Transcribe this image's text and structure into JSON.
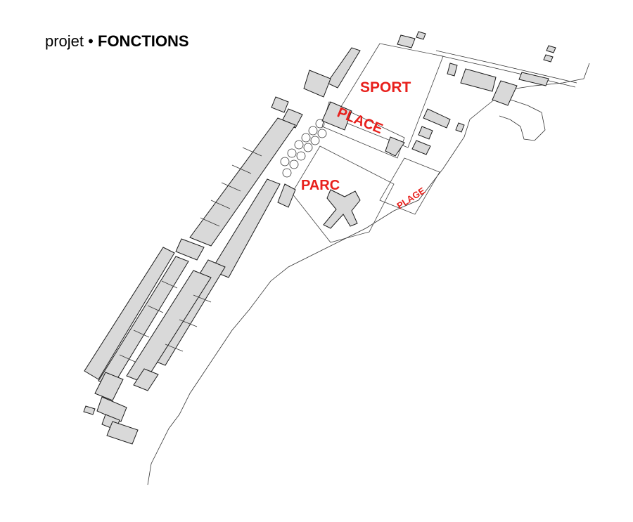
{
  "title": {
    "prefix": "projet",
    "separator": "•",
    "main": "FONCTIONS"
  },
  "labels": {
    "sport": "SPORT",
    "place": "PLACE",
    "parc": "PARC",
    "plage": "PLAGE"
  },
  "colors": {
    "label": "#e8201c",
    "building": "#d9d9d9",
    "outline": "#1a1a1a"
  }
}
